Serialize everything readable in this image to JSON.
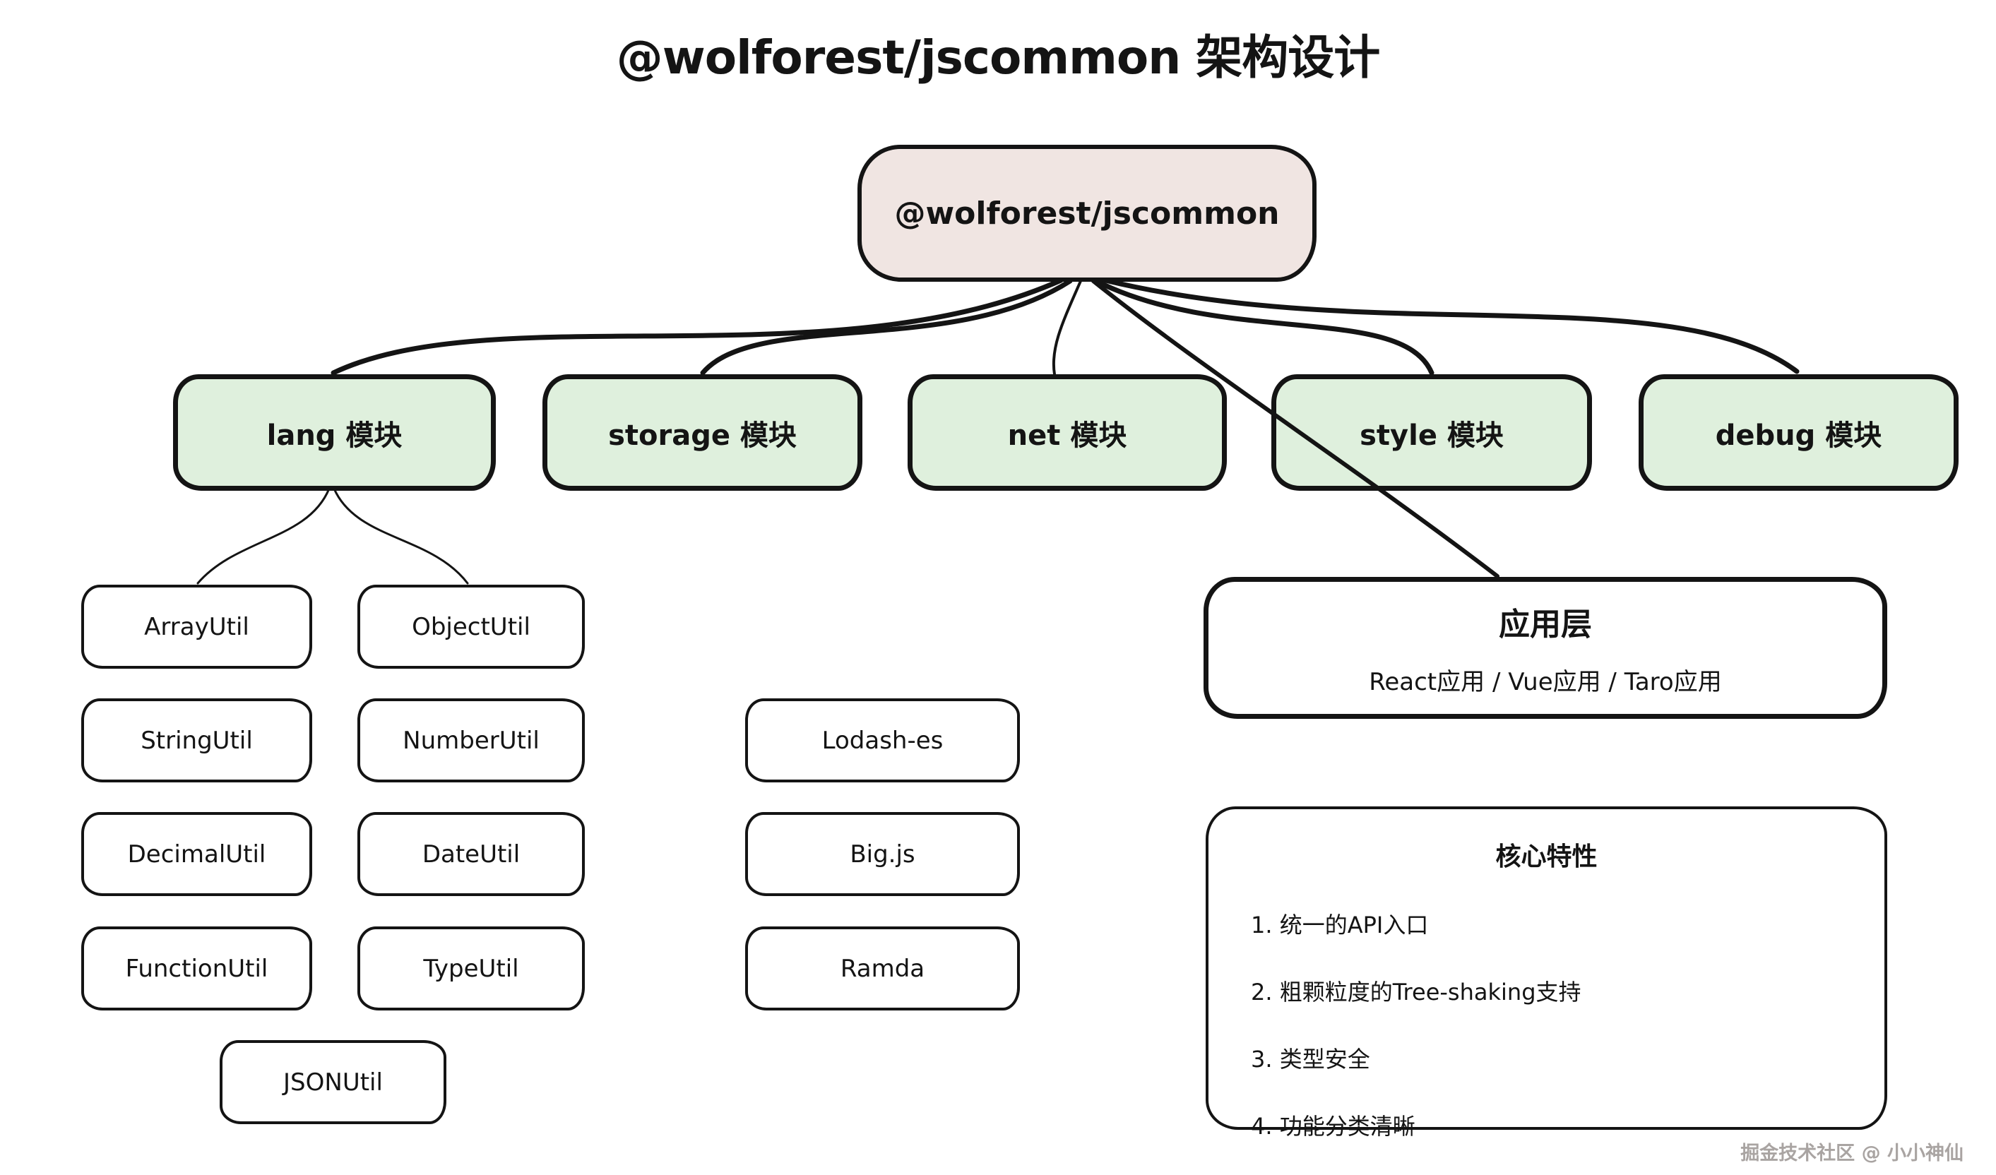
{
  "title": "@wolforest/jscommon 架构设计",
  "root": {
    "label": "@wolforest/jscommon"
  },
  "modules": [
    {
      "label": "lang 模块"
    },
    {
      "label": "storage 模块"
    },
    {
      "label": "net 模块"
    },
    {
      "label": "style 模块"
    },
    {
      "label": "debug 模块"
    }
  ],
  "lang_utils": [
    {
      "label": "ArrayUtil"
    },
    {
      "label": "ObjectUtil"
    },
    {
      "label": "StringUtil"
    },
    {
      "label": "NumberUtil"
    },
    {
      "label": "DecimalUtil"
    },
    {
      "label": "DateUtil"
    },
    {
      "label": "FunctionUtil"
    },
    {
      "label": "TypeUtil"
    },
    {
      "label": "JSONUtil"
    }
  ],
  "libraries": [
    {
      "label": "Lodash-es"
    },
    {
      "label": "Big.js"
    },
    {
      "label": "Ramda"
    }
  ],
  "application_layer": {
    "title": "应用层",
    "subtitle": "React应用 / Vue应用 / Taro应用"
  },
  "core_features": {
    "title": "核心特性",
    "items": [
      {
        "text": "1. 统一的API入口"
      },
      {
        "text": "2. 粗颗粒度的Tree-shaking支持"
      },
      {
        "text": "3. 类型安全"
      },
      {
        "text": "4. 功能分类清晰"
      }
    ]
  },
  "watermark": "掘金技术社区 @ 小小神仙",
  "colors": {
    "root_fill": "#f0e5e2",
    "module_fill": "#dff0dd",
    "stroke": "#141414"
  }
}
